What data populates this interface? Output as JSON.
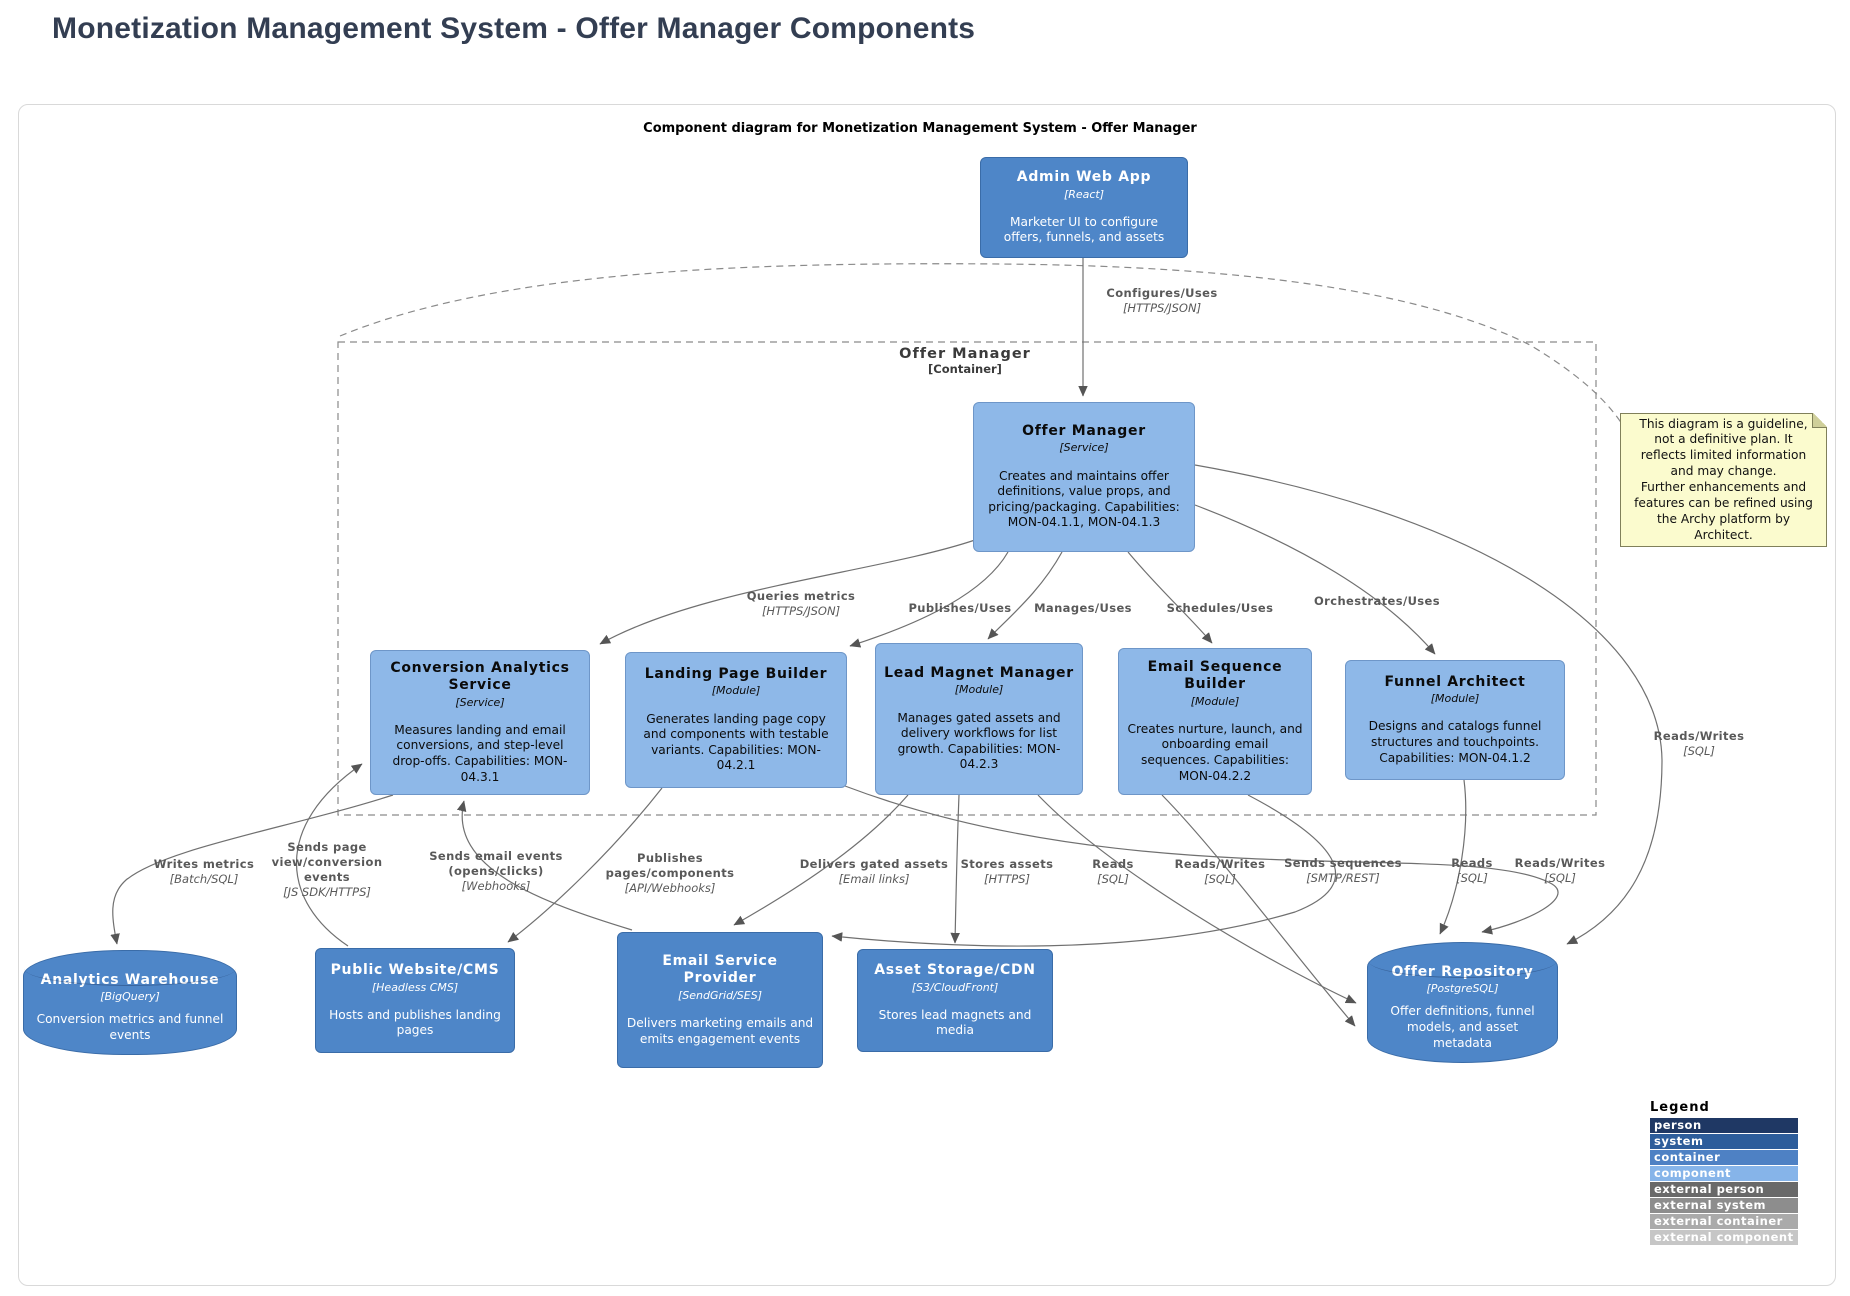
{
  "page": {
    "title": "Monetization Management System - Offer Manager Components",
    "diagram_caption": "Component diagram for Monetization Management System - Offer Manager"
  },
  "boundary": {
    "name": "Offer Manager",
    "type": "[Container]"
  },
  "nodes": {
    "admin_web_app": {
      "title": "Admin Web App",
      "type": "[React]",
      "desc": "Marketer UI to configure offers, funnels, and assets"
    },
    "offer_manager": {
      "title": "Offer Manager",
      "type": "[Service]",
      "desc": "Creates and maintains offer definitions, value props, and pricing/packaging. Capabilities: MON-04.1.1, MON-04.1.3"
    },
    "conversion_analytics": {
      "title": "Conversion Analytics Service",
      "type": "[Service]",
      "desc": "Measures landing and email conversions, and step-level drop-offs. Capabilities: MON-04.3.1"
    },
    "landing_page_builder": {
      "title": "Landing Page Builder",
      "type": "[Module]",
      "desc": "Generates landing page copy and components with testable variants. Capabilities: MON-04.2.1"
    },
    "lead_magnet_manager": {
      "title": "Lead Magnet Manager",
      "type": "[Module]",
      "desc": "Manages gated assets and delivery workflows for list growth. Capabilities: MON-04.2.3"
    },
    "email_sequence_builder": {
      "title": "Email Sequence Builder",
      "type": "[Module]",
      "desc": "Creates nurture, launch, and onboarding email sequences. Capabilities: MON-04.2.2"
    },
    "funnel_architect": {
      "title": "Funnel Architect",
      "type": "[Module]",
      "desc": "Designs and catalogs funnel structures and touchpoints. Capabilities: MON-04.1.2"
    },
    "analytics_warehouse": {
      "title": "Analytics Warehouse",
      "type": "[BigQuery]",
      "desc": "Conversion metrics and funnel events"
    },
    "public_website": {
      "title": "Public Website/CMS",
      "type": "[Headless CMS]",
      "desc": "Hosts and publishes landing pages"
    },
    "email_service_provider": {
      "title": "Email Service Provider",
      "type": "[SendGrid/SES]",
      "desc": "Delivers marketing emails and emits engagement events"
    },
    "asset_storage": {
      "title": "Asset Storage/CDN",
      "type": "[S3/CloudFront]",
      "desc": "Stores lead magnets and media"
    },
    "offer_repository": {
      "title": "Offer Repository",
      "type": "[PostgreSQL]",
      "desc": "Offer definitions, funnel models, and asset metadata"
    }
  },
  "edge_labels": {
    "configures": {
      "main": "Configures/Uses",
      "tech": "[HTTPS/JSON]"
    },
    "queries_metrics": {
      "main": "Queries metrics",
      "tech": "[HTTPS/JSON]"
    },
    "publishes_uses": {
      "main": "Publishes/Uses",
      "tech": ""
    },
    "manages_uses": {
      "main": "Manages/Uses",
      "tech": ""
    },
    "schedules_uses": {
      "main": "Schedules/Uses",
      "tech": ""
    },
    "orchestrates_uses": {
      "main": "Orchestrates/Uses",
      "tech": ""
    },
    "reads_writes_om": {
      "main": "Reads/Writes",
      "tech": "[SQL]"
    },
    "writes_metrics": {
      "main": "Writes metrics",
      "tech": "[Batch/SQL]"
    },
    "page_view_events": {
      "main": "Sends page\nview/conversion\nevents",
      "tech": "[JS SDK/HTTPS]"
    },
    "email_events": {
      "main": "Sends email events\n(opens/clicks)",
      "tech": "[Webhooks]"
    },
    "publishes_pages": {
      "main": "Publishes\npages/components",
      "tech": "[API/Webhooks]"
    },
    "delivers_gated": {
      "main": "Delivers gated assets",
      "tech": "[Email links]"
    },
    "stores_assets": {
      "main": "Stores assets",
      "tech": "[HTTPS]"
    },
    "reads_lmm": {
      "main": "Reads",
      "tech": "[SQL]"
    },
    "reads_writes_esb": {
      "main": "Reads/Writes",
      "tech": "[SQL]"
    },
    "sends_sequences": {
      "main": "Sends sequences",
      "tech": "[SMTP/REST]"
    },
    "reads_fa": {
      "main": "Reads",
      "tech": "[SQL]"
    },
    "reads_writes_lpb": {
      "main": "Reads/Writes",
      "tech": "[SQL]"
    }
  },
  "note": {
    "text": "This diagram is a guideline,\nnot a definitive plan. It\nreflects limited information\nand may change.\nFurther enhancements and\nfeatures can be refined using\nthe Archy platform by\nArchitect."
  },
  "legend": {
    "title": "Legend",
    "items": {
      "person": {
        "label": "person",
        "color": "#1F3864"
      },
      "system": {
        "label": "system",
        "color": "#2D5D9B"
      },
      "container": {
        "label": "container",
        "color": "#4E81C4"
      },
      "component": {
        "label": "component",
        "color": "#86B4E9"
      },
      "external_person": {
        "label": "external person",
        "color": "#696969"
      },
      "external_system": {
        "label": "external system",
        "color": "#8D8D8D"
      },
      "external_container": {
        "label": "external container",
        "color": "#AAAAAA"
      },
      "external_component": {
        "label": "external component",
        "color": "#C6C6C6"
      }
    }
  },
  "colors": {
    "component_fill": "#8EB8E8",
    "container_fill": "#4E86C8",
    "note_fill": "#FBFBCE",
    "line": "#707070",
    "label_text": "#595959"
  }
}
